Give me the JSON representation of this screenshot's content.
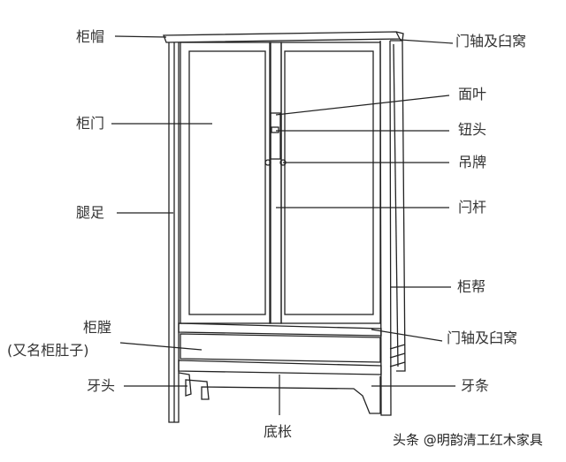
{
  "labels": {
    "cap": "柜帽",
    "door": "柜门",
    "leg": "腿足",
    "belly": "柜膛",
    "belly_alias": "(又名柜肚子)",
    "spandrel": "牙头",
    "bottom_stretcher": "底枨",
    "pivot_top": "门轴及臼窝",
    "face_plate": "面叶",
    "knob": "钮头",
    "pull": "吊牌",
    "door_stile": "闩杆",
    "side_panel": "柜帮",
    "pivot_bottom": "门轴及臼窝",
    "apron": "牙条"
  },
  "watermark": "头条 @明韵清工红木家具",
  "colors": {
    "line": "#222222",
    "text": "#333333",
    "background": "#ffffff"
  }
}
